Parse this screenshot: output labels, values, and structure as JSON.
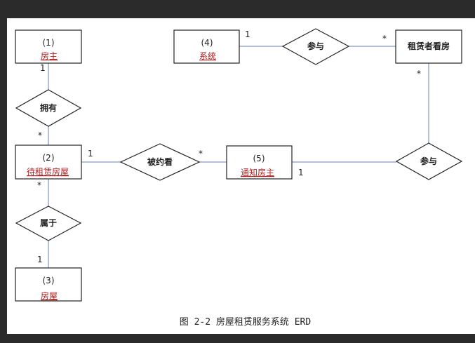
{
  "diagram": {
    "entities": [
      {
        "id": "e1",
        "number": "(1)",
        "name": "房主"
      },
      {
        "id": "e2",
        "number": "(2)",
        "name": "待租赁房屋"
      },
      {
        "id": "e3",
        "number": "(3)",
        "name": "房屋"
      },
      {
        "id": "e4",
        "number": "(4)",
        "name": "系统"
      },
      {
        "id": "e5",
        "number": "(5)",
        "name": "通知房主"
      },
      {
        "id": "e6",
        "number": "",
        "name": "租赁者看房"
      }
    ],
    "relationships": [
      {
        "id": "r1",
        "label": "拥有"
      },
      {
        "id": "r2",
        "label": "属于"
      },
      {
        "id": "r3",
        "label": "被约看"
      },
      {
        "id": "r4",
        "label": "参与"
      },
      {
        "id": "r5",
        "label": "参与"
      }
    ],
    "cardinalities": {
      "e1_r1": "1",
      "r1_e2": "*",
      "e2_r2": "*",
      "r2_e3": "1",
      "e2_r3": "1",
      "r3_e5": "*",
      "e5_r5": "1",
      "r5_e6": "*",
      "e4_r4": "1",
      "r4_e6": "*"
    },
    "caption": "图 2-2 房屋租赁服务系统 ERD"
  }
}
